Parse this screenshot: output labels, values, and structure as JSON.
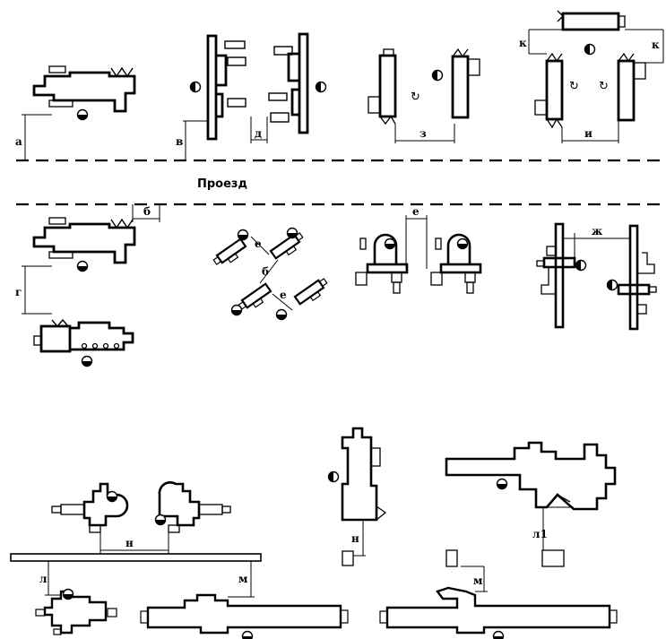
{
  "road_label": "Проезд",
  "dims": {
    "a": "а",
    "b": "б",
    "v": "в",
    "g": "г",
    "d": "д",
    "e": "е",
    "zh": "ж",
    "z": "з",
    "i": "и",
    "k": "к",
    "l": "л",
    "l1": "л1",
    "m": "м",
    "n": "н"
  }
}
